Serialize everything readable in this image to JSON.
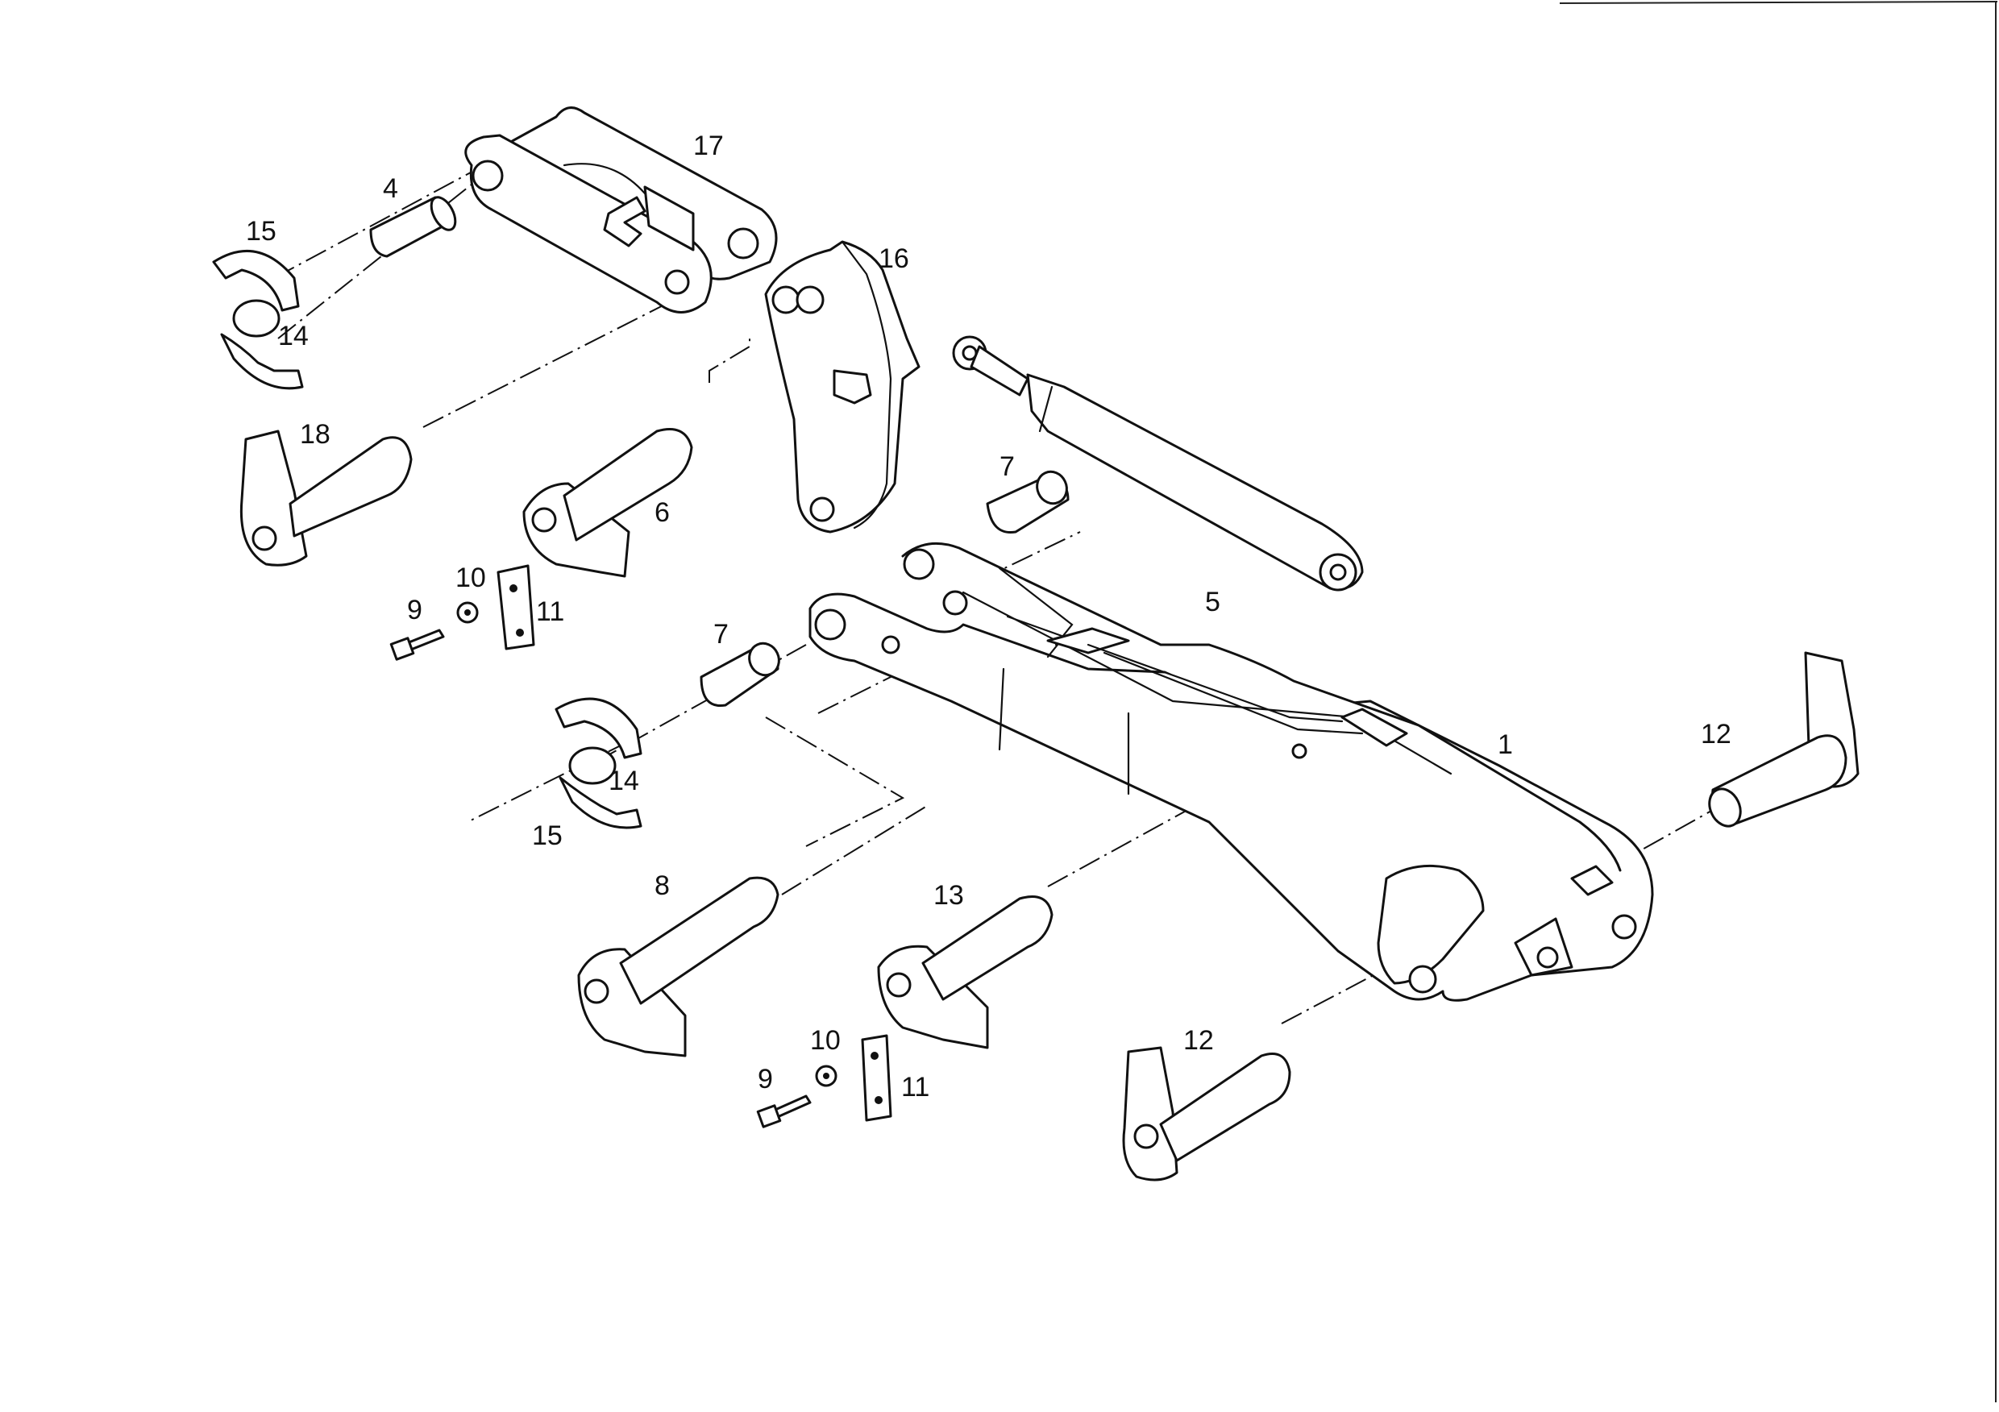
{
  "diagram": {
    "callouts": {
      "c1": "1",
      "c4": "4",
      "c5": "5",
      "c6": "6",
      "c7a": "7",
      "c7b": "7",
      "c8": "8",
      "c9a": "9",
      "c9b": "9",
      "c10a": "10",
      "c10b": "10",
      "c11a": "11",
      "c11b": "11",
      "c12a": "12",
      "c12b": "12",
      "c13": "13",
      "c14a": "14",
      "c14b": "14",
      "c15a": "15",
      "c15b": "15",
      "c16": "16",
      "c17": "17",
      "c18": "18"
    }
  }
}
